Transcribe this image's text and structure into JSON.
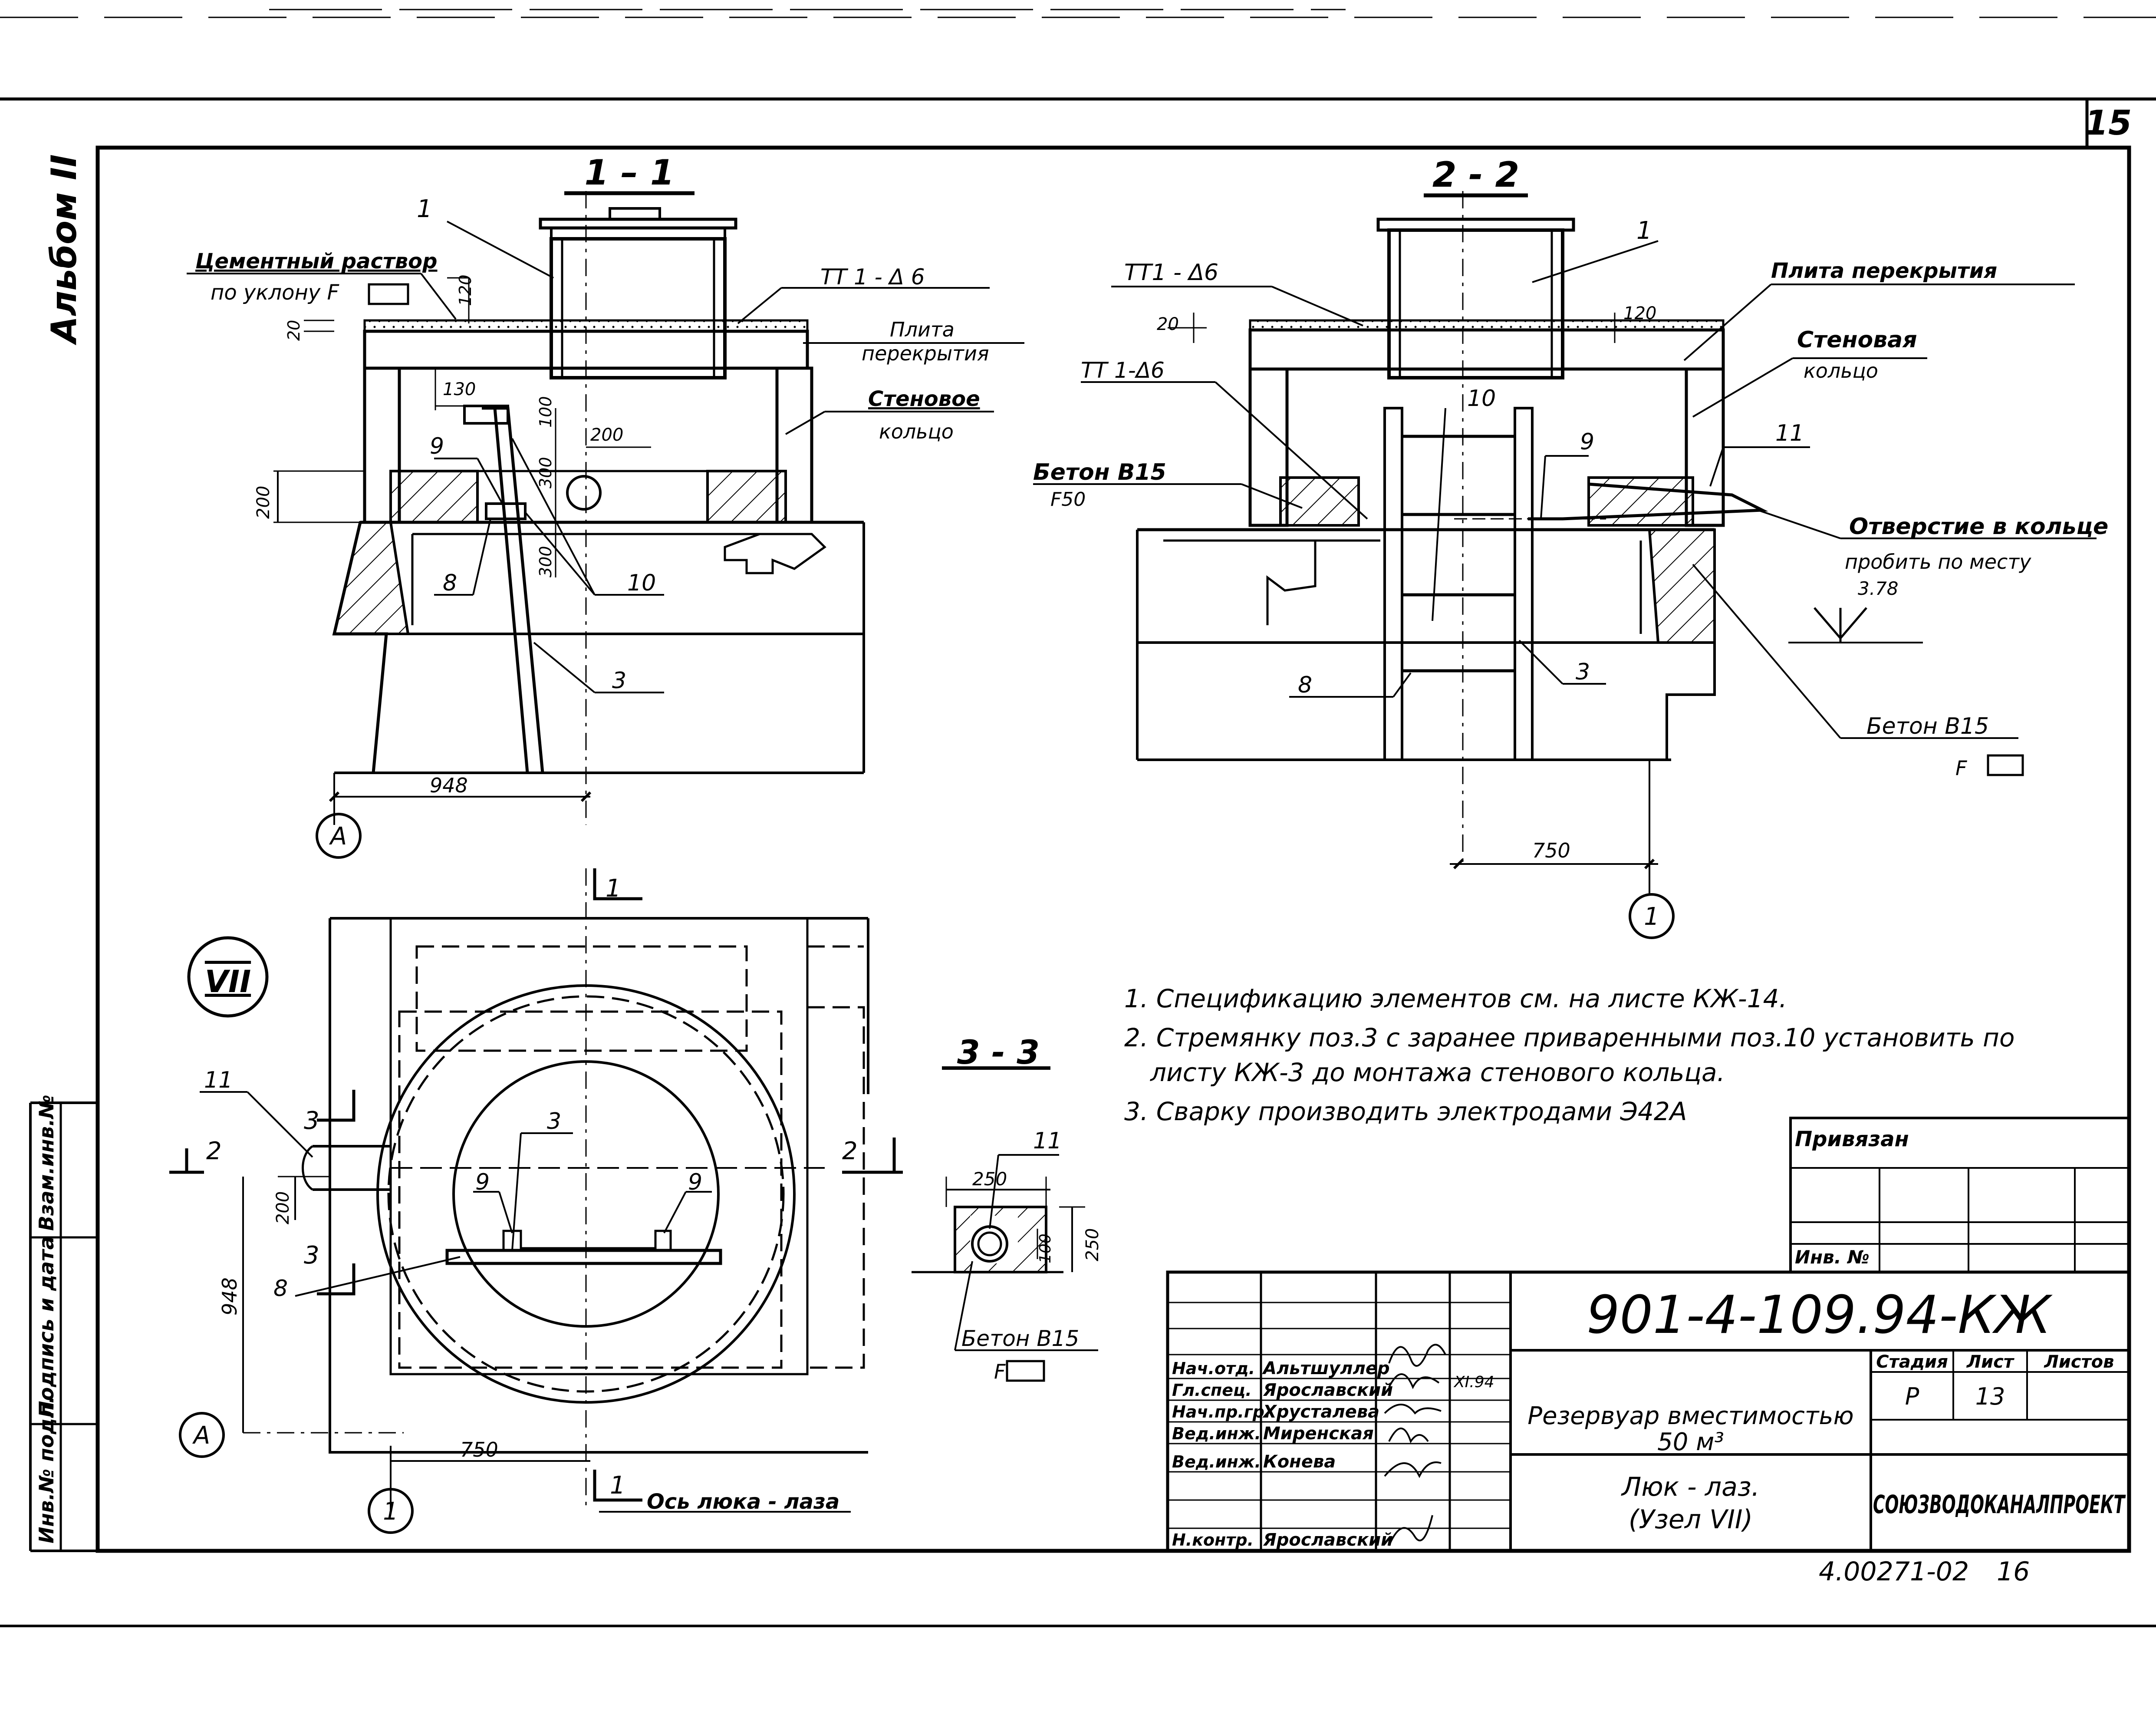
{
  "sheet": {
    "number": "15",
    "album": "Альбом II",
    "bottom_code": "4.00271-02",
    "bottom_page": "16"
  },
  "left_strip": [
    "Инв.№ подл.",
    "Подпись и дата",
    "Взам.инв.№"
  ],
  "sec11": {
    "title": "1 – 1",
    "lbl_1": "1",
    "cement_1": "Цементный раствор",
    "cement_2": "по уклону F",
    "tt": "ТТ 1 - Δ 6",
    "plate_1": "Плита",
    "plate_2": "перекрытия",
    "ring_1": "Стеновое",
    "ring_2": "кольцо",
    "d120": "120",
    "d20": "20",
    "d130": "130",
    "d100": "100",
    "d200a": "200",
    "d300a": "300",
    "d300b": "300",
    "d200b": "200",
    "lbl_9": "9",
    "lbl_8": "8",
    "lbl_10": "10",
    "lbl_3": "3",
    "d948": "948",
    "axis": "A"
  },
  "sec22": {
    "title": "2 - 2",
    "lbl_1": "1",
    "tt_top": "ТТ1 - Δ6",
    "plate": "Плита перекрытия",
    "d20": "20",
    "d120": "120",
    "ring_1": "Стеновая",
    "ring_2": "кольцо",
    "tt_mid": "ТТ 1-Δ6",
    "lbl_10": "10",
    "beton_1": "Бетон В15",
    "beton_2": "F50",
    "lbl_9": "9",
    "lbl_11": "11",
    "hole": "Отверстие в кольце",
    "punch": "пробить по месту",
    "level": "3.78",
    "lbl_8": "8",
    "lbl_3": "3",
    "beton_b": "Бетон В15",
    "beton_f": "F",
    "d750": "750",
    "axis": "1"
  },
  "plan": {
    "node": "VII",
    "cut_1": "1",
    "cut_2": "2",
    "cut_3": "3",
    "lbl_11": "11",
    "lbl_3": "3",
    "lbl_9": "9",
    "lbl_8": "8",
    "d200": "200",
    "d948": "948",
    "d750": "750",
    "axis_a": "A",
    "axis_1": "1",
    "hatch_axis": "Ось люка - лаза"
  },
  "sec33": {
    "title": "3 - 3",
    "lbl_11": "11",
    "d250a": "250",
    "d250b": "250",
    "d100": "100",
    "beton": "Бетон В15",
    "beton_f": "F"
  },
  "notes": [
    "1. Спецификацию элементов см. на листе КЖ-14.",
    "2. Стремянку поз.3 с заранее приваренными поз.10 установить по",
    "листу КЖ-3 до монтажа стенового кольца.",
    "3. Сварку производить электродами Э42А"
  ],
  "privyazan": {
    "title": "Привязан",
    "inv": "Инв. №"
  },
  "stamp": {
    "code": "901-4-109.94-КЖ",
    "roles": [
      "Нач.отд.",
      "Гл.спец.",
      "Нач.пр.гр.",
      "Вед.инж.",
      "Вед.инж.",
      "Н.контр."
    ],
    "names": [
      "Альтшуллер",
      "Ярославский",
      "Хрусталева",
      "Миренская",
      "Конева",
      "Ярославский"
    ],
    "date": "XI.94",
    "object_1": "Резервуар вместимостью",
    "object_2": "50 м³",
    "sheet_title_1": "Люк - лаз.",
    "sheet_title_2": "(Узел VII)",
    "h_stage": "Стадия",
    "h_sheet": "Лист",
    "h_sheets": "Листов",
    "stage": "Р",
    "sheet": "13",
    "org": "СОЮЗВОДОКАНАЛПРОЕКТ"
  }
}
